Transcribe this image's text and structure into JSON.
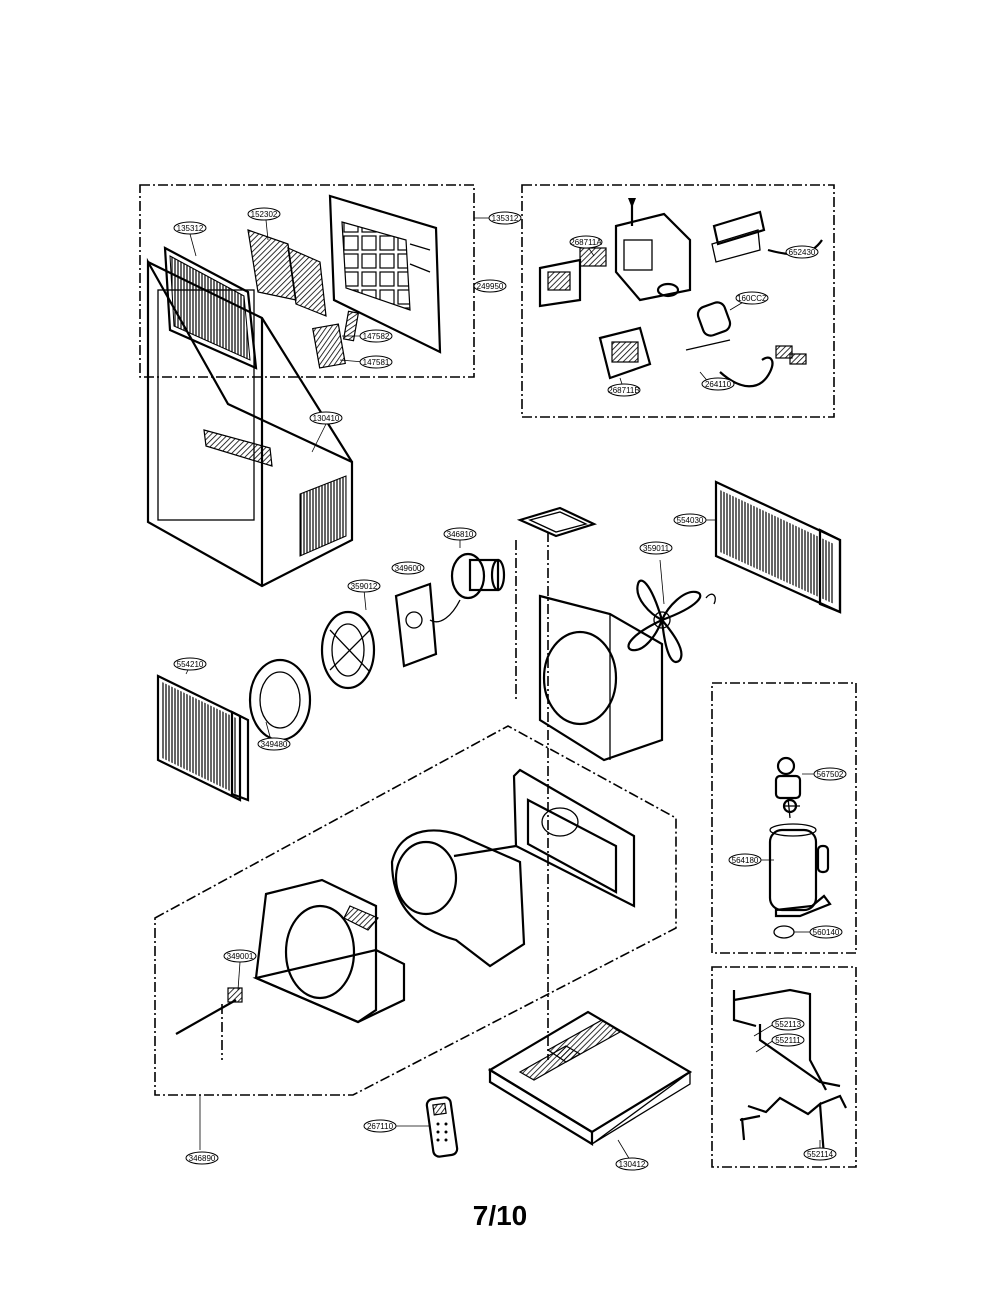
{
  "page": {
    "number": "7/10"
  },
  "callouts": [
    {
      "id": "c-135312",
      "label": "135312"
    },
    {
      "id": "c-152302",
      "label": "152302"
    },
    {
      "id": "c-135312b",
      "label": "135312"
    },
    {
      "id": "c-249950",
      "label": "249950"
    },
    {
      "id": "c-147582",
      "label": "147582"
    },
    {
      "id": "c-147581",
      "label": "147581"
    },
    {
      "id": "c-268711a",
      "label": "268711A"
    },
    {
      "id": "c-652430",
      "label": "652430"
    },
    {
      "id": "c-160ccz",
      "label": "160CCZ"
    },
    {
      "id": "c-268711b",
      "label": "268711B"
    },
    {
      "id": "c-264110",
      "label": "264110"
    },
    {
      "id": "c-130410",
      "label": "130410"
    },
    {
      "id": "c-346810",
      "label": "346810"
    },
    {
      "id": "c-349600",
      "label": "349600"
    },
    {
      "id": "c-359012",
      "label": "359012"
    },
    {
      "id": "c-554030",
      "label": "554030"
    },
    {
      "id": "c-359011",
      "label": "359011"
    },
    {
      "id": "c-554210",
      "label": "554210"
    },
    {
      "id": "c-349480",
      "label": "349480"
    },
    {
      "id": "c-567502",
      "label": "567502"
    },
    {
      "id": "c-564180",
      "label": "564180"
    },
    {
      "id": "c-560140",
      "label": "560140"
    },
    {
      "id": "c-349001",
      "label": "349001"
    },
    {
      "id": "c-552113",
      "label": "552113"
    },
    {
      "id": "c-552111",
      "label": "552111"
    },
    {
      "id": "c-552114",
      "label": "552114"
    },
    {
      "id": "c-346890",
      "label": "346890"
    },
    {
      "id": "c-267110",
      "label": "267110"
    },
    {
      "id": "c-130412",
      "label": "130412"
    }
  ]
}
